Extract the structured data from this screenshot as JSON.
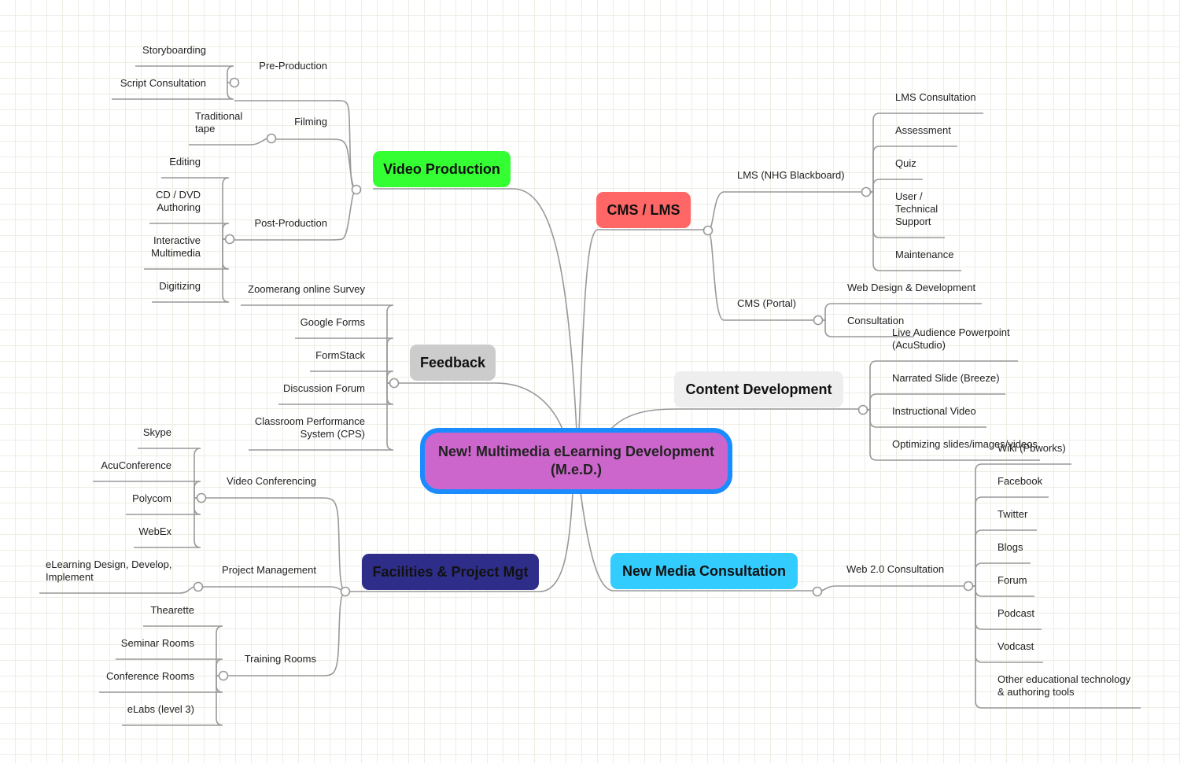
{
  "central": {
    "line1": "New! Multimedia eLearning Development",
    "line2": "(M.e.D.)"
  },
  "colors": {
    "video_production": "#33ff33",
    "cms_lms": "#ff6666",
    "feedback": "#cccccc",
    "content_development": "#eeeeee",
    "facilities": "#2e2e8a",
    "new_media": "#33ccff",
    "central_fill": "#cc66cc",
    "central_border": "#1a8cff"
  },
  "video_production": {
    "title": "Video Production",
    "pre_production": {
      "label": "Pre-Production",
      "items": [
        "Storyboarding",
        "Script Consultation"
      ]
    },
    "filming": {
      "label": "Filming",
      "items": [
        [
          "Traditional",
          "tape"
        ]
      ]
    },
    "post_production": {
      "label": "Post-Production",
      "items": [
        "Editing",
        [
          "CD / DVD",
          "Authoring"
        ],
        [
          "Interactive",
          "Multimedia"
        ],
        "Digitizing"
      ]
    }
  },
  "feedback": {
    "title": "Feedback",
    "items": [
      "Zoomerang online Survey",
      "Google Forms",
      "FormStack",
      "Discussion Forum",
      [
        "Classroom Performance",
        "System (CPS)"
      ]
    ]
  },
  "facilities": {
    "title": "Facilities & Project Mgt",
    "video_conferencing": {
      "label": "Video Conferencing",
      "items": [
        "Skype",
        "AcuConference",
        "Polycom",
        "WebEx"
      ]
    },
    "project_management": {
      "label": "Project Management",
      "items": [
        [
          "eLearning Design, Develop,",
          "Implement"
        ]
      ]
    },
    "training_rooms": {
      "label": "Training Rooms",
      "items": [
        "Thearette",
        "Seminar Rooms",
        "Conference Rooms",
        "eLabs (level 3)"
      ]
    }
  },
  "cms_lms": {
    "title": "CMS / LMS",
    "lms": {
      "label": "LMS (NHG Blackboard)",
      "items": [
        "LMS Consultation",
        "Assessment",
        "Quiz",
        [
          "User /",
          "Technical",
          "Support"
        ],
        "Maintenance"
      ]
    },
    "cms": {
      "label": "CMS (Portal)",
      "items": [
        "Web Design & Development",
        "Consultation"
      ]
    }
  },
  "content_development": {
    "title": "Content Development",
    "items": [
      [
        "Live Audience Powerpoint",
        "(AcuStudio)"
      ],
      "Narrated Slide (Breeze)",
      "Instructional Video",
      "Optimizing slides/images/videos"
    ]
  },
  "new_media": {
    "title": "New Media Consultation",
    "web20": {
      "label": "Web 2.0 Consultation",
      "items": [
        "Wiki (Pbworks)",
        "Facebook",
        "Twitter",
        "Blogs",
        "Forum",
        "Podcast",
        "Vodcast",
        [
          "Other educational technology",
          "& authoring tools"
        ]
      ]
    }
  }
}
